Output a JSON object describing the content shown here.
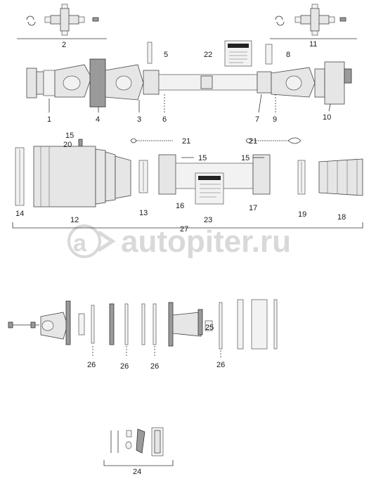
{
  "diagram": {
    "labels": {
      "p1": "1",
      "p2": "2",
      "p3": "3",
      "p4": "4",
      "p5": "5",
      "p6": "6",
      "p7": "7",
      "p8": "8",
      "p9": "9",
      "p10": "10",
      "p11": "11",
      "p12": "12",
      "p13": "13",
      "p14": "14",
      "p15a": "15",
      "p15b": "15",
      "p15c": "15",
      "p16": "16",
      "p17": "17",
      "p18": "18",
      "p19": "19",
      "p20": "20",
      "p21a": "21",
      "p21b": "21",
      "p22": "22",
      "p23": "23",
      "p24": "24",
      "p25": "25",
      "p26a": "26",
      "p26b": "26",
      "p26c": "26",
      "p26d": "26",
      "p27": "27"
    },
    "watermark": "autopiter.ru"
  },
  "colors": {
    "line": "#333333",
    "part_fill": "#e6e6e6",
    "watermark": "#d9d9d9"
  }
}
